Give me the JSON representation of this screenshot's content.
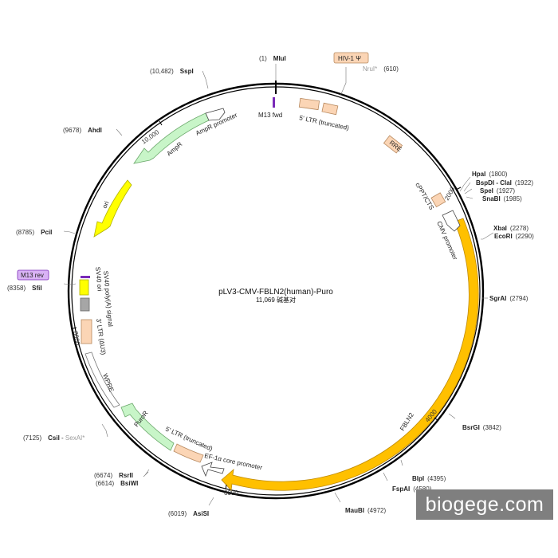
{
  "map": {
    "name": "pLV3-CMV-FBLN2(human)-Puro",
    "size_text": "11,069 碱基对",
    "total_bp": 11069,
    "colors": {
      "cds": "#ffc000",
      "ori": "#ffff00",
      "marker": "#c8f5c8",
      "promoter": "#ffffff",
      "misc": "#fbd5b5",
      "primer": "#7a2ab8",
      "gray": "#a6a6a6",
      "backbone": "#000000"
    }
  },
  "sites": [
    {
      "name": "MluI",
      "pos": "(1)"
    },
    {
      "name": "NruI*",
      "pos": "(610)"
    },
    {
      "name": "HpaI",
      "pos": "(1800)"
    },
    {
      "name": "BspDI - ClaI",
      "pos": "(1922)"
    },
    {
      "name": "SpeI",
      "pos": "(1927)"
    },
    {
      "name": "SnaBI",
      "pos": "(1985)"
    },
    {
      "name": "XbaI",
      "pos": "(2278)"
    },
    {
      "name": "EcoRI",
      "pos": "(2290)"
    },
    {
      "name": "SgrAI",
      "pos": "(2794)"
    },
    {
      "name": "BsrGI",
      "pos": "(3842)"
    },
    {
      "name": "BlpI",
      "pos": "(4395)"
    },
    {
      "name": "FspAI",
      "pos": "(4580)"
    },
    {
      "name": "MauBI",
      "pos": "(4972)"
    },
    {
      "name": "AsiSI",
      "pos": "(6019)"
    },
    {
      "name": "BsiWI",
      "pos": "(6614)"
    },
    {
      "name": "RsrII",
      "pos": "(6674)"
    },
    {
      "name": "CsiI",
      "pos": "(7125)",
      "extra": "SexAI*"
    },
    {
      "name": "SfiI",
      "pos": "(8358)"
    },
    {
      "name": "PciI",
      "pos": "(8785)"
    },
    {
      "name": "AhdI",
      "pos": "(9678)"
    },
    {
      "name": "SspI",
      "pos": "(10,482)"
    }
  ],
  "features": {
    "hiv": "HIV-1 Ψ",
    "m13fwd": "M13 fwd",
    "ltr5": "5' LTR (truncated)",
    "rre": "RRE",
    "cppt": "cPPT/CTS",
    "cmv": "CMV promoter",
    "fbln2": "FBLN2",
    "ltr5b": "5' LTR (truncated)",
    "ef1a": "EF-1α core promoter",
    "puror": "PuroR",
    "wpre": "WPRE",
    "ltr3": "3' LTR (ΔU3)",
    "sv40pa": "SV40 poly(A) signal",
    "sv40ori": "SV40 ori",
    "m13rev": "M13 rev",
    "ori": "ori",
    "ampr": "AmpR",
    "amprp": "AmpR promoter"
  },
  "ticks": [
    "2000",
    "4000",
    "6000",
    "8000",
    "10,000"
  ],
  "watermark": "biogege.com"
}
